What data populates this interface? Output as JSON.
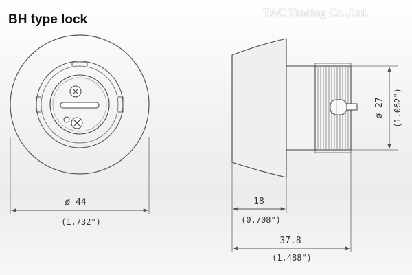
{
  "header": {
    "title": "BH type lock",
    "brand": "TAC Trading Co.,Ltd."
  },
  "front_view": {
    "diameter_label": "ø 44",
    "diameter_inch_label": "(1.732\")"
  },
  "side_view": {
    "thread_diameter_label": "ø 27",
    "thread_diameter_inch_label": "(1.062\")",
    "cap_length_label": "18",
    "cap_length_inch_label": "(0.708\")",
    "total_length_label": "37.8",
    "total_length_inch_label": "(1.488\")"
  },
  "colors": {
    "line": "#444444",
    "dim_line": "#555555",
    "text": "#333333"
  }
}
